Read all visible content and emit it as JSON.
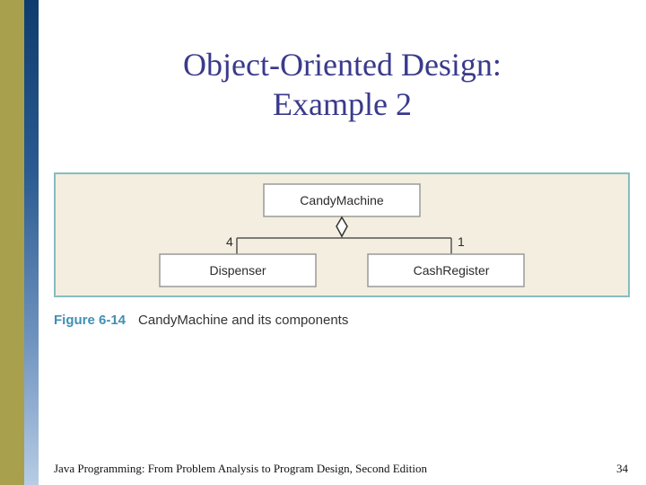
{
  "slide": {
    "title_line1": "Object-Oriented Design:",
    "title_line2": "Example 2"
  },
  "diagram": {
    "classes": {
      "parent": "CandyMachine",
      "child_left": "Dispenser",
      "child_right": "CashRegister"
    },
    "multiplicity_left": "4",
    "multiplicity_right": "1",
    "relationship": "aggregation"
  },
  "caption": {
    "figure_number": "Figure 6-14",
    "text": "CandyMachine and its components"
  },
  "footer": {
    "text": "Java Programming: From Problem Analysis to Program Design, Second Edition",
    "page_number": "34"
  },
  "colors": {
    "title": "#3a3a8c",
    "panel_background": "#f3eedf",
    "panel_border": "#86bdbf",
    "figure_number": "#3f8fb3",
    "left_band": "#a8a04c",
    "blue_band": "#2a5a90"
  }
}
